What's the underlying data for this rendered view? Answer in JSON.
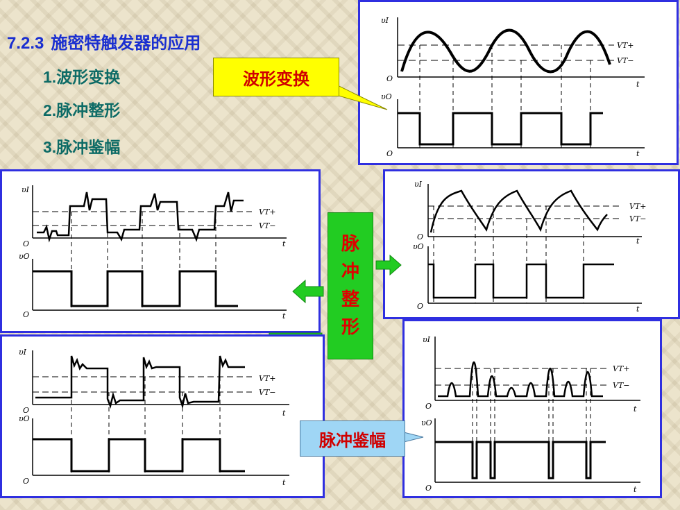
{
  "heading": {
    "number": "7.2.3",
    "text": "施密特触发器的应用"
  },
  "items": [
    {
      "number": "1.",
      "text": "波形变换"
    },
    {
      "number": "2.",
      "text": "脉冲整形"
    },
    {
      "number": "3.",
      "text": "脉冲鉴幅"
    }
  ],
  "callouts": {
    "waveform": "波形变换",
    "shaping_chars": [
      "脉",
      "冲",
      "整",
      "形"
    ],
    "amplitude": "脉冲鉴幅"
  },
  "labels": {
    "vi": "υI",
    "vo": "υO",
    "vtp": "VT+",
    "vtm": "VT−",
    "origin": "O",
    "t": "t"
  },
  "colors": {
    "panel_border": "#2f2fe0",
    "title": "#1a2fd0",
    "items": "#0d6b66",
    "callout_text": "#d00000",
    "callout_yellow": "#ffff00",
    "callout_green": "#22cc22",
    "callout_blue": "#9fd6f5",
    "arrow_green": "#22cc22"
  }
}
